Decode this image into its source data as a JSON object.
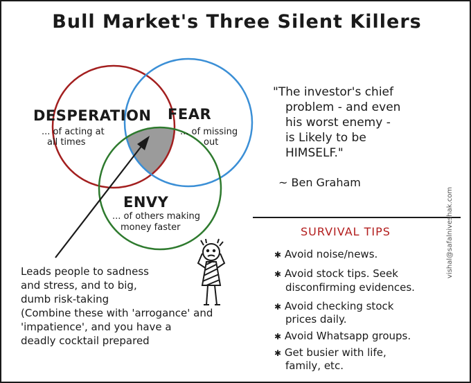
{
  "title": "Bull Market's Three Silent Killers",
  "colors": {
    "desperation": "#a31f1f",
    "fear": "#3b8fd6",
    "envy": "#2e7a2e",
    "overlap": "#9b9b9b",
    "tips_heading": "#b21c1c",
    "ink": "#1a1a1a"
  },
  "venn": {
    "sets": [
      {
        "name": "DESPERATION",
        "sub_lines": [
          "... of acting at",
          "all times"
        ]
      },
      {
        "name": "FEAR",
        "sub_lines": [
          "... of missing",
          "out"
        ]
      },
      {
        "name": "ENVY",
        "sub_lines": [
          "... of others making",
          "money faster"
        ]
      }
    ]
  },
  "quote": {
    "lines": [
      "\"The investor's chief",
      "problem - and even",
      "his worst enemy -",
      "is Likely to be",
      "HIMSELF.\""
    ],
    "author": "~ Ben Graham"
  },
  "tips": {
    "heading": "SURVIVAL TIPS",
    "items": [
      {
        "lines": [
          "Avoid noise/news."
        ]
      },
      {
        "lines": [
          "Avoid stock tips. Seek",
          "disconfirming evidences."
        ]
      },
      {
        "lines": [
          "Avoid checking stock",
          "prices daily."
        ]
      },
      {
        "lines": [
          "Avoid Whatsapp groups."
        ]
      },
      {
        "lines": [
          "Get busier with life,",
          "family, etc."
        ]
      }
    ],
    "bullet": "✱"
  },
  "caption": {
    "lines": [
      "Leads people to sadness",
      "and stress, and to big,",
      "dumb risk-taking",
      "(Combine these with 'arrogance' and",
      "'impatience', and you have a",
      "deadly cocktail prepared"
    ]
  },
  "credit": "vishal@safalniveshak.com",
  "icons": {
    "arrow": "arrow-icon",
    "figure": "stressed-person-icon"
  }
}
